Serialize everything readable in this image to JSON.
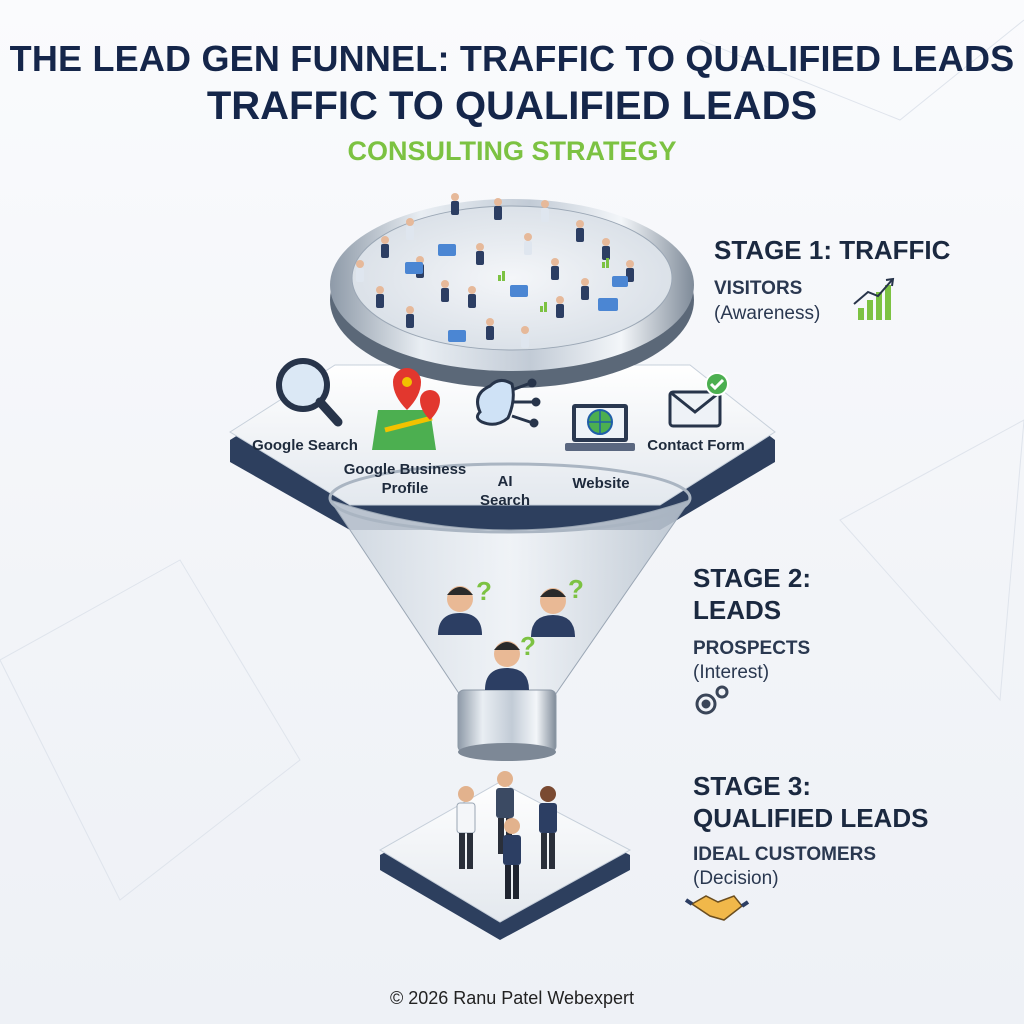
{
  "header": {
    "title_line1": "THE LEAD GEN FUNNEL: TRAFFIC TO QUALIFIED LEADS",
    "title_line2": "TRAFFIC TO QUALIFIED LEADS",
    "subtitle": "CONSULTING STRATEGY"
  },
  "stages": [
    {
      "heading": "STAGE 1: TRAFFIC",
      "keyword": "VISITORS",
      "phase": "(Awareness)",
      "icon": "growth-chart-icon"
    },
    {
      "heading_line1": "STAGE 2:",
      "heading_line2": "LEADS",
      "keyword": "PROSPECTS",
      "phase": "(Interest)",
      "icon": "gears-icon"
    },
    {
      "heading_line1": "STAGE 3:",
      "heading_line2": "QUALIFIED LEADS",
      "keyword": "IDEAL CUSTOMERS",
      "phase": "(Decision)",
      "icon": "handshake-icon"
    }
  ],
  "sources": [
    {
      "label": "Google Search",
      "icon": "magnifier-icon"
    },
    {
      "label_line1": "Google Business",
      "label_line2": "Profile",
      "icon": "map-pin-icon"
    },
    {
      "label_line1": "AI",
      "label_line2": "Search",
      "icon": "ai-brain-icon"
    },
    {
      "label": "Website",
      "icon": "laptop-globe-icon"
    },
    {
      "label": "Contact Form",
      "icon": "envelope-check-icon"
    }
  ],
  "colors": {
    "title": "#15264a",
    "accent": "#7cc242",
    "steel": "#b9c3cf"
  },
  "footer": {
    "copyright": "© 2026 Ranu Patel Webexpert"
  }
}
